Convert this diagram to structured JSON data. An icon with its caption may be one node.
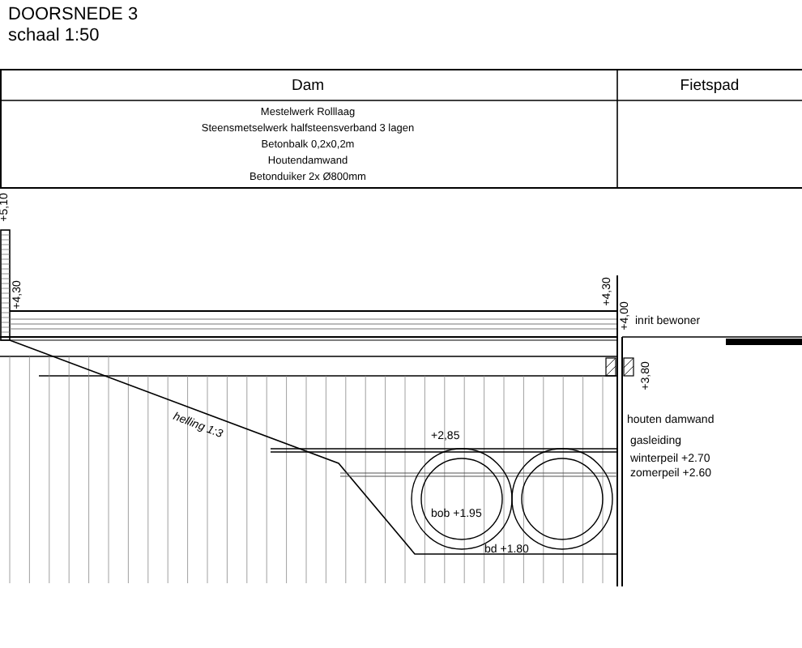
{
  "diagram": {
    "title": "DOORSNEDE 3",
    "labels": [
      "schaal 1:50",
      "Dam",
      "Fietspad",
      "Mestelwerk Rolllaag",
      "Steensmetselwerk halfsteensverband 3 lagen",
      "Betonbalk 0,2x0,2m",
      "Houtendamwand",
      "Betonduiker 2x Ø800mm",
      "+5,10",
      "+4,30",
      "+4,30",
      "+4,00",
      "inrit bewoner",
      "+3,80",
      "helling 1:3",
      "+2,85",
      "houten damwand",
      "gasleiding",
      "winterpeil +2.70",
      "zomerpeil +2.60",
      "bob +1.95",
      "bd +1.80"
    ]
  }
}
